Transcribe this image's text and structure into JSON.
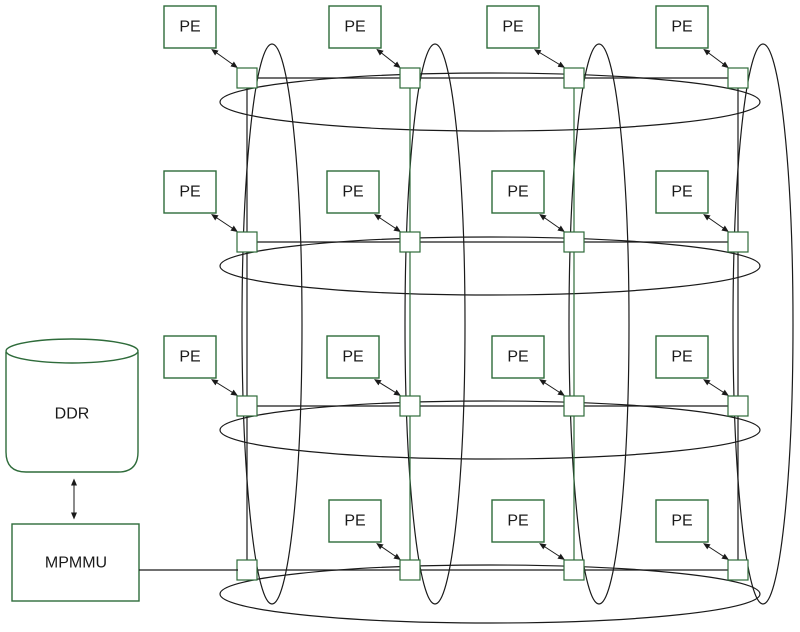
{
  "colors": {
    "green": "#2e6b3a",
    "line": "#1a1a1a"
  },
  "pe_label": "PE",
  "pe_grid_rows": [
    [
      "PE",
      "PE",
      "PE",
      "PE"
    ],
    [
      "PE",
      "PE",
      "PE",
      "PE"
    ],
    [
      "PE",
      "PE",
      "PE",
      "PE"
    ],
    [
      "",
      "PE",
      "PE",
      "PE"
    ]
  ],
  "memory": {
    "label": "DDR"
  },
  "controller": {
    "label": "MPMMU"
  }
}
